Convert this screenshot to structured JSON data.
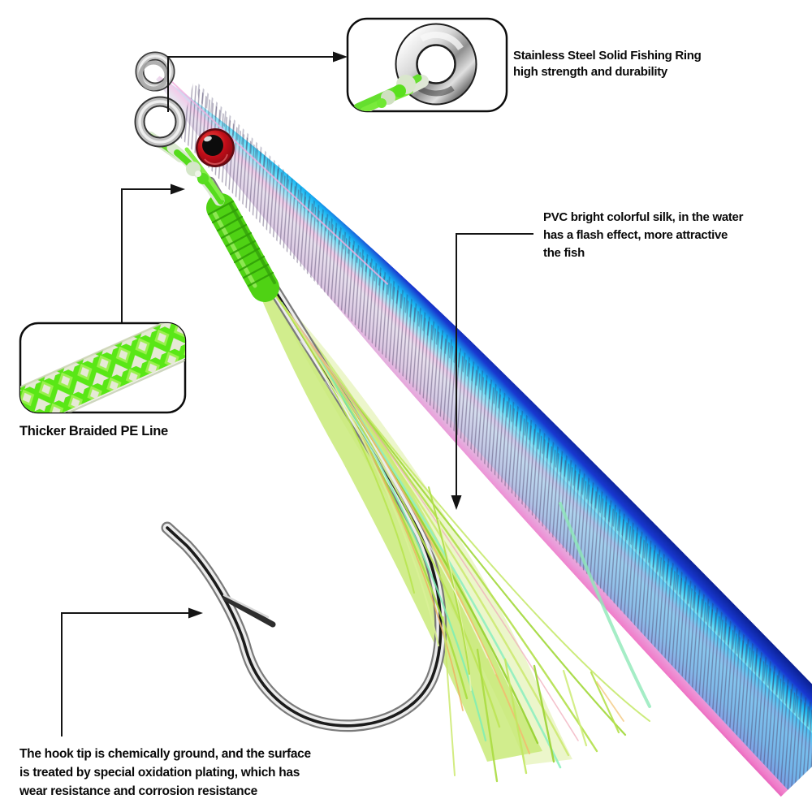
{
  "figure": {
    "type": "annotated product infographic",
    "subject": "metal fishing jig lure with assist hook, braided PE line and PVC flash silk"
  },
  "annotations": {
    "ring": {
      "label": "Stainless Steel Solid Fishing Ring\nhigh strength and durability"
    },
    "silk": {
      "label": "PVC bright colorful silk, in the water\nhas a flash effect, more attractive\nthe fish"
    },
    "pe_line": {
      "label": "Thicker Braided PE Line"
    },
    "hook": {
      "label": "The hook tip is chemically ground, and the surface\nis treated by special oxidation plating, which has\nwear resistance and corrosion resistance"
    }
  },
  "palette": {
    "body_top_navy": "#0a1f8f",
    "body_cyan": "#35d2f5",
    "body_silver": "#e9e2ef",
    "body_pink": "#f07cc9",
    "silk_green": "#c6e970",
    "silk_light": "#dcefa0",
    "wrap_green": "#4fd214",
    "braid_green": "#59e716",
    "braid_pale": "#e6e9d6",
    "hook_silver": "#ececec",
    "eye_red": "#c00d18",
    "leader_black": "#141414",
    "text_black": "#0a0a0a"
  }
}
